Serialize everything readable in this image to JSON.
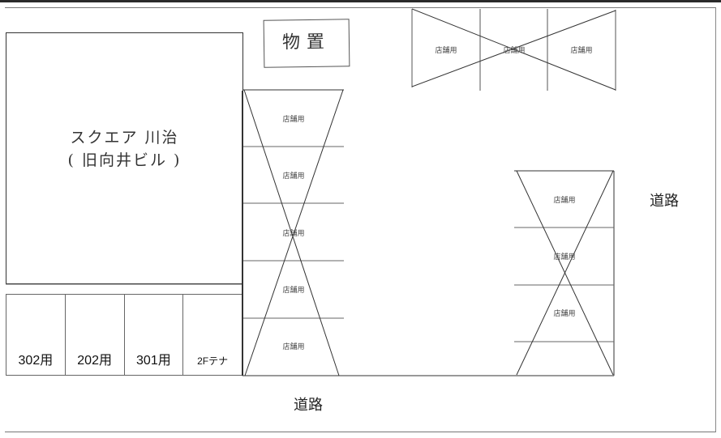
{
  "diagram": {
    "type": "site-plan",
    "building": {
      "label_line1": "スクエア 川治",
      "label_line2": "( 旧向井ビル )"
    },
    "storage": {
      "label": "物置"
    },
    "parking_labels": [
      "302用",
      "202用",
      "301用",
      "2Fテナ"
    ],
    "shop_slots": {
      "top_row": [
        "店舗用",
        "店舗用",
        "店舗用"
      ],
      "left_column": [
        "店舗用",
        "店舗用",
        "店舗用",
        "店舗用",
        "店舗用"
      ],
      "right_column": [
        "店舗用",
        "店舗用",
        "店舗用"
      ]
    },
    "roads": {
      "south": "道路",
      "east": "道路"
    },
    "crossed_out_areas": [
      "top_row",
      "left_column",
      "right_column"
    ],
    "colors": {
      "line": "#333333",
      "background": "#ffffff",
      "topbar": "#2a2a2a"
    }
  }
}
